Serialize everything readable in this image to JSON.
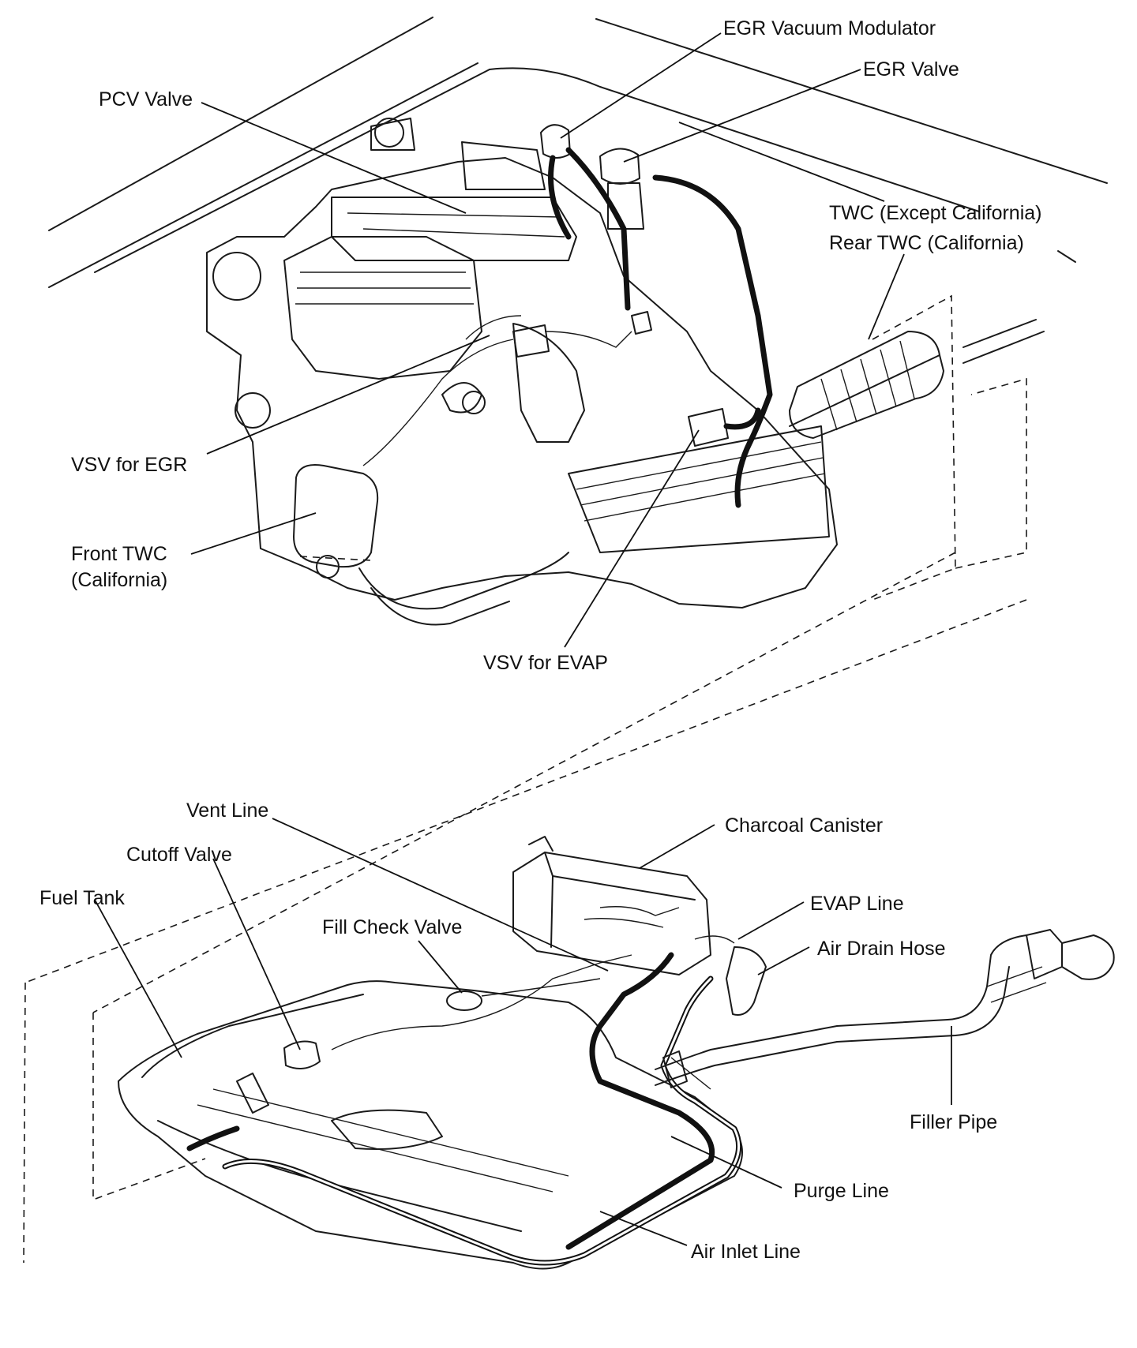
{
  "labels": {
    "egr_vacuum_modulator": "EGR Vacuum Modulator",
    "egr_valve": "EGR Valve",
    "pcv_valve": "PCV Valve",
    "twc_except_california": "TWC (Except California)",
    "rear_twc_california": "Rear TWC (California)",
    "vsv_for_egr": "VSV for EGR",
    "front_twc_line1": "Front TWC",
    "front_twc_line2": "(California)",
    "vsv_for_evap": "VSV for EVAP",
    "vent_line": "Vent Line",
    "charcoal_canister": "Charcoal Canister",
    "cutoff_valve": "Cutoff Valve",
    "fuel_tank": "Fuel Tank",
    "evap_line": "EVAP Line",
    "fill_check_valve": "Fill Check Valve",
    "air_drain_hose": "Air Drain Hose",
    "filler_pipe": "Filler Pipe",
    "purge_line": "Purge Line",
    "air_inlet_line": "Air Inlet Line"
  },
  "colors": {
    "ink": "#1a1a1a",
    "background": "#ffffff"
  }
}
